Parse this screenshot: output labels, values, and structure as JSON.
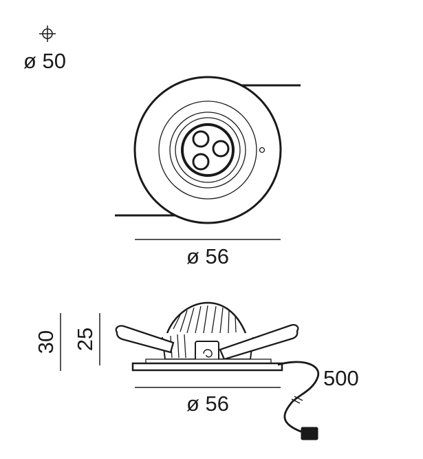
{
  "cutout": {
    "label": "ø 50"
  },
  "top_view": {
    "diameter_label": "ø 56"
  },
  "side_view": {
    "height_total_label": "30",
    "height_body_label": "25",
    "diameter_label": "ø 56",
    "cable_length_label": "500"
  },
  "colors": {
    "line": "#1a1a1a",
    "fill": "#ffffff"
  }
}
